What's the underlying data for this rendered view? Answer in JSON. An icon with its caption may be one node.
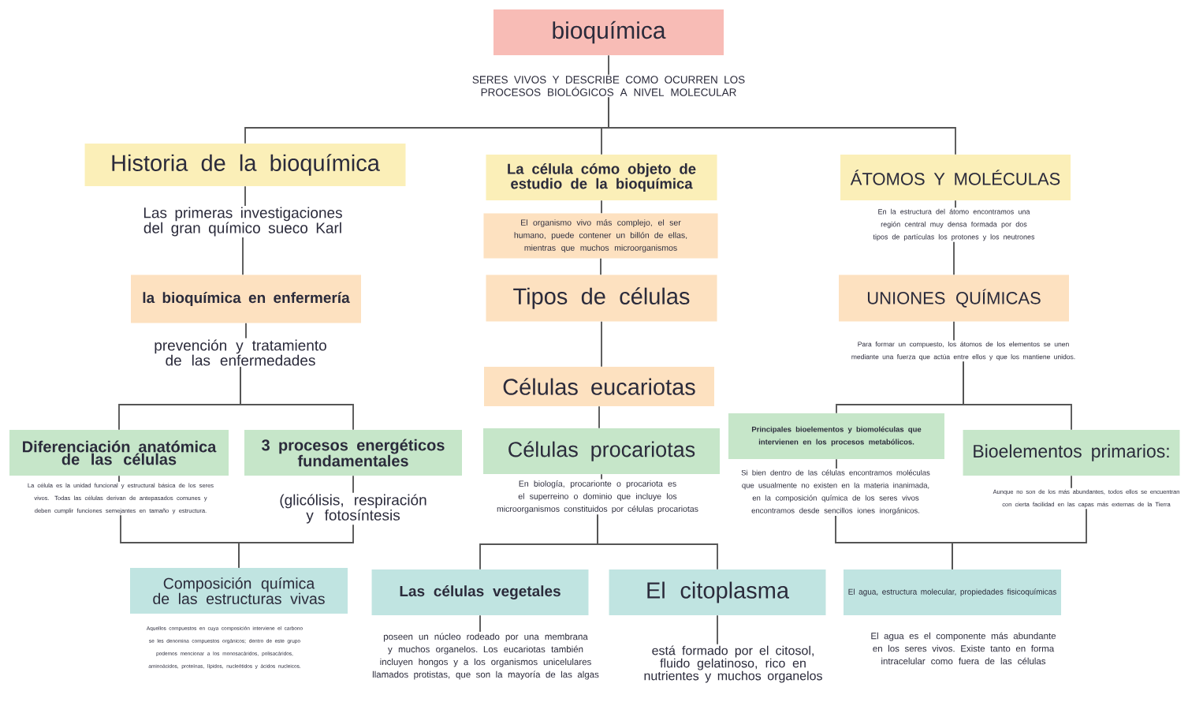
{
  "diagram": {
    "nodes": [
      {
        "text": [
          "bioquímica"
        ]
      },
      {
        "text": [
          "SERES VIVOS Y DESCRIBE COMO OCURREN LOS PROCESOS BIOLÓGICOS A NIVEL MOLECULAR"
        ]
      },
      {
        "text": [
          "Historia de la bioquímica"
        ]
      },
      {
        "text": [
          "Las primeras investigaciones del gran químico sueco Karl"
        ]
      },
      {
        "text": [
          "la bioquímica en enfermería"
        ]
      },
      {
        "text": [
          "prevención y tratamiento de las enfermedades"
        ]
      },
      {
        "text": [
          "Diferenciación anatómica de las células"
        ]
      },
      {
        "text": [
          "La célula es la unidad funcional y estructural básica de los seres vivos. Todas las células derivan de antepasados comunes y deben cumplir funciones semejantes en tamaño y estructura."
        ]
      },
      {
        "text": [
          "3 procesos energéticos fundamentales"
        ]
      },
      {
        "text": [
          "(glicólisis, respiración y fotosíntesis"
        ]
      },
      {
        "text": [
          "Composición química de las estructuras vivas"
        ]
      },
      {
        "text": [
          "Aquellos compuestos en cuya composición interviene el carbono se les denomina compuestos orgánicos; dentro de este grupo podemos mencionar a los monosacáridos, polisacáridos, aminoácidos, proteínas, lípidos, nucleótidos y ácidos nucleicos."
        ]
      },
      {
        "text": [
          "La célula cómo objeto de estudio de la bioquímica"
        ]
      },
      {
        "text": [
          "El organismo vivo más complejo, el ser humano, puede contener un billón de ellas, mientras que muchos microorganismos"
        ]
      },
      {
        "text": [
          "Tipos de células"
        ]
      },
      {
        "text": [
          "Células eucariotas"
        ]
      },
      {
        "text": [
          "Células procariotas"
        ]
      },
      {
        "text": [
          "En biología, procarionte o procariota es el superreino o dominio que incluye los microorganismos constituidos por células procariotas"
        ]
      },
      {
        "text": [
          "Las células vegetales"
        ]
      },
      {
        "text": [
          "poseen un núcleo rodeado por una membrana y muchos organelos. Los eucariotas también incluyen hongos y a los organismos unicelulares llamados protistas, que son la mayoría de las algas"
        ]
      },
      {
        "text": [
          "El citoplasma"
        ]
      },
      {
        "text": [
          "está formado por el citosol, fluido gelatinoso, rico en nutrientes y muchos organelos"
        ]
      },
      {
        "text": [
          "ÁTOMOS Y MOLÉCULAS"
        ]
      },
      {
        "text": [
          "En la estructura del átomo encontramos una región central muy densa formada por dos tipos de partículas los protones y los neutrones"
        ]
      },
      {
        "text": [
          "UNIONES QUÍMICAS"
        ]
      },
      {
        "text": [
          "Para formar un compuesto, los átomos de los elementos se unen mediante una fuerza que actúa entre ellos y que los mantiene unidos."
        ]
      },
      {
        "text": [
          "Principales bioelementos y biomoléculas que intervienen en los procesos metabólicos."
        ]
      },
      {
        "text": [
          "Si bien dentro de las células encontramos moléculas que usualmente no existen en la materia inanimada, en la composición química de los seres vivos encontramos desde sencillos iones inorgánicos."
        ]
      },
      {
        "text": [
          "Bioelementos primarios:"
        ]
      },
      {
        "text": [
          "Aunque no son de los más abundantes, todos ellos se encuentran con cierta facilidad en las capas más externas de la Tierra"
        ]
      },
      {
        "text": [
          "El agua, estructura molecular, propiedades fisicoquímicas"
        ]
      },
      {
        "text": [
          "El agua es el componente más abundante en los seres vivos. Existe tanto en forma intracelular como fuera de las células"
        ]
      }
    ],
    "edges": [
      {
        "from": 0,
        "to": 1,
        "arrow": "none"
      },
      {
        "from": 1,
        "to": 2,
        "arrow": "none"
      },
      {
        "from": 1,
        "to": 12,
        "arrow": "none"
      },
      {
        "from": 1,
        "to": 22,
        "arrow": "none"
      },
      {
        "from": 2,
        "to": 3,
        "arrow": "none"
      },
      {
        "from": 3,
        "to": 4,
        "arrow": "none"
      },
      {
        "from": 4,
        "to": 5,
        "arrow": "none"
      },
      {
        "from": 5,
        "to": 6,
        "arrow": "none"
      },
      {
        "from": 5,
        "to": 8,
        "arrow": "none"
      },
      {
        "from": 6,
        "to": 7,
        "arrow": "none"
      },
      {
        "from": 8,
        "to": 9,
        "arrow": "none"
      },
      {
        "from": 7,
        "to": 10,
        "arrow": "none"
      },
      {
        "from": 9,
        "to": 10,
        "arrow": "none"
      },
      {
        "from": 12,
        "to": 13,
        "arrow": "none"
      },
      {
        "from": 13,
        "to": 14,
        "arrow": "none"
      },
      {
        "from": 14,
        "to": 15,
        "arrow": "none"
      },
      {
        "from": 15,
        "to": 16,
        "arrow": "none"
      },
      {
        "from": 16,
        "to": 17,
        "arrow": "none"
      },
      {
        "from": 17,
        "to": 18,
        "arrow": "none"
      },
      {
        "from": 17,
        "to": 20,
        "arrow": "none"
      },
      {
        "from": 18,
        "to": 19,
        "arrow": "none"
      },
      {
        "from": 20,
        "to": 21,
        "arrow": "none"
      },
      {
        "from": 22,
        "to": 23,
        "arrow": "none"
      },
      {
        "from": 23,
        "to": 24,
        "arrow": "none"
      },
      {
        "from": 24,
        "to": 25,
        "arrow": "none"
      },
      {
        "from": 25,
        "to": 26,
        "arrow": "none"
      },
      {
        "from": 25,
        "to": 28,
        "arrow": "none"
      },
      {
        "from": 26,
        "to": 27,
        "arrow": "none"
      },
      {
        "from": 28,
        "to": 29,
        "arrow": "none"
      },
      {
        "from": 27,
        "to": 30,
        "arrow": "none"
      },
      {
        "from": 29,
        "to": 30,
        "arrow": "none"
      }
    ]
  }
}
